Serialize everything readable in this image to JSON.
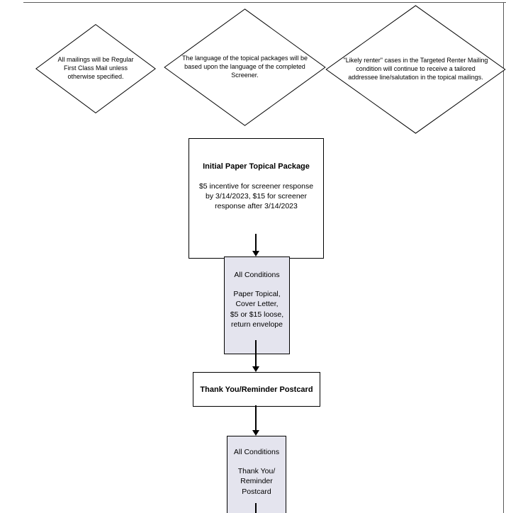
{
  "notes": [
    {
      "text": "All mailings will be Regular First Class Mail unless otherwise specified."
    },
    {
      "text": "The language of the topical packages will be based upon the language of the completed Screener."
    },
    {
      "text": "\"Likely renter\" cases in the Targeted Renter Mailing condition will continue to receive a tailored addressee line/salutation in the topical mailings."
    }
  ],
  "flow": {
    "initial_package": {
      "title": "Initial Paper Topical Package",
      "body": "$5 incentive for screener response by 3/14/2023, $15 for screener response after 3/14/2023"
    },
    "all_conditions_paper": {
      "title": "All Conditions",
      "lines": [
        "Paper Topical,",
        "Cover Letter,",
        "$5 or $15 loose,",
        "return envelope"
      ]
    },
    "thank_you_postcard": {
      "title": "Thank You/Reminder Postcard"
    },
    "all_conditions_postcard": {
      "title": "All Conditions",
      "lines": [
        "Thank You/",
        "Reminder",
        "Postcard"
      ]
    }
  },
  "colors": {
    "condition_box_fill": "#e4e4ee",
    "shape_border": "#000000",
    "page_edge": "#5a5a5a"
  }
}
